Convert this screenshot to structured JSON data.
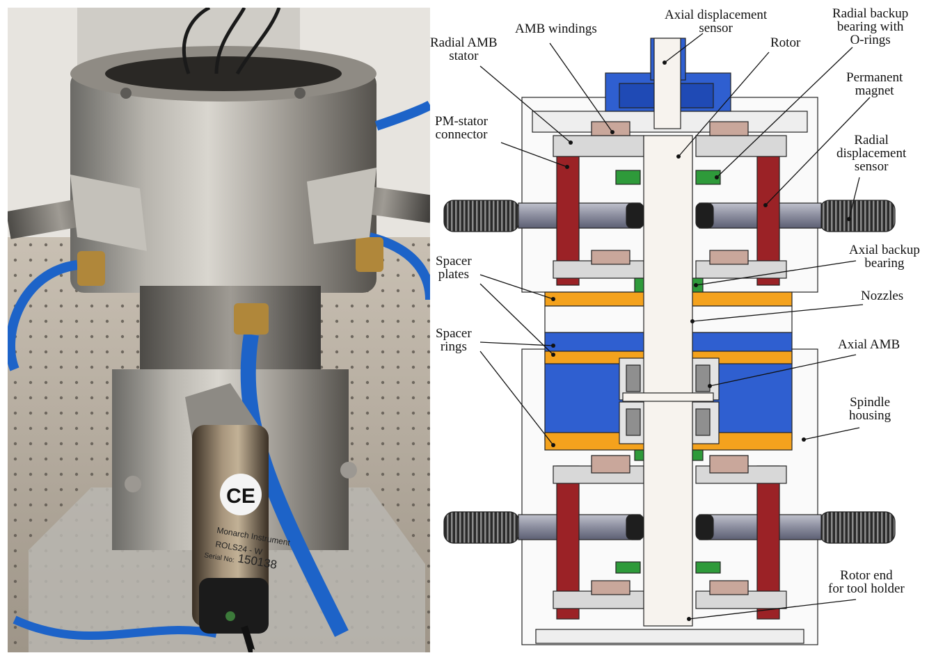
{
  "figure": {
    "photo_caption_text": [
      "Monarch Instrument",
      "ROLS24 - W",
      "Serial No:",
      "150138"
    ],
    "ce_mark": "CE",
    "labels": {
      "axial_displacement_sensor": [
        "Axial displacement",
        "sensor"
      ],
      "radial_backup_bearing": [
        "Radial backup",
        "bearing with",
        "O-rings"
      ],
      "amb_windings": [
        "AMB windings"
      ],
      "radial_amb_stator": [
        "Radial AMB",
        "stator"
      ],
      "rotor": [
        "Rotor"
      ],
      "permanent_magnet": [
        "Permanent",
        "magnet"
      ],
      "pm_stator_connector": [
        "PM-stator",
        "connector"
      ],
      "radial_displacement_sensor": [
        "Radial",
        "displacement",
        "sensor"
      ],
      "spacer_plates": [
        "Spacer",
        "plates"
      ],
      "axial_backup_bearing": [
        "Axial backup",
        "bearing"
      ],
      "nozzles": [
        "Nozzles"
      ],
      "spacer_rings": [
        "Spacer",
        "rings"
      ],
      "axial_amb": [
        "Axial AMB"
      ],
      "spindle_housing": [
        "Spindle",
        "housing"
      ],
      "rotor_end": [
        "Rotor end",
        "for tool holder"
      ]
    },
    "colors": {
      "stator_red": "#9b2226",
      "spacer_orange": "#f4a21d",
      "housing_blue": "#2f5fd0",
      "green": "#2e9a3a",
      "magnet_brown": "#c9a79b",
      "gray_part": "#d8d8d8",
      "rotor_fill": "#f7f3ee"
    }
  }
}
